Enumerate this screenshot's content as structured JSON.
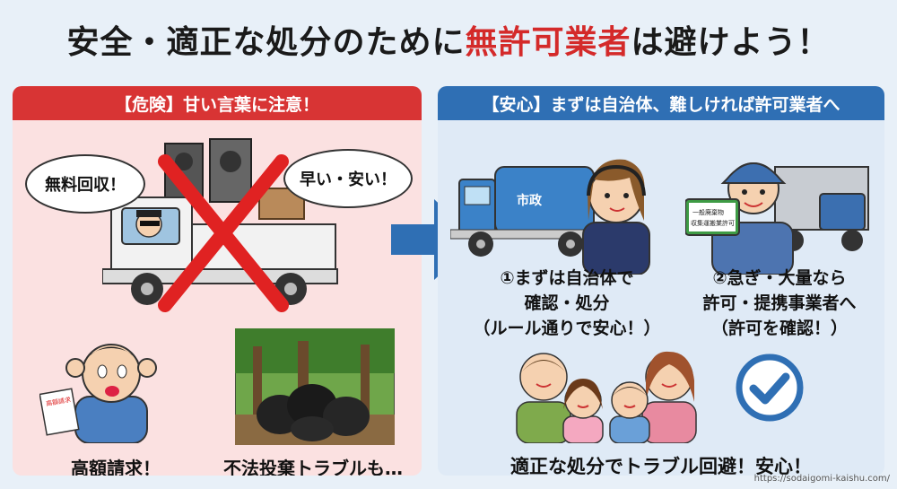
{
  "title": {
    "before": "安全・適正な処分のために",
    "highlight": "無許可業者",
    "after": "は避けよう！"
  },
  "left_panel": {
    "header": "【危険】甘い言葉に注意！",
    "bubble_left": "無料回収！",
    "bubble_right": "早い・安い！",
    "caption_left": "高額請求！",
    "caption_right": "不法投棄トラブルも…",
    "bill_label": "高額請求"
  },
  "right_panel": {
    "header": "【安心】まずは自治体、難しければ許可業者へ",
    "truck_label": "市政",
    "license_text_1": "一般廃棄物",
    "license_text_2": "収集運搬業許可",
    "step1_line1": "①まずは自治体で",
    "step1_line2": "確認・処分",
    "step1_line3": "（ルール通りで安心！）",
    "step2_line1": "②急ぎ・大量なら",
    "step2_line2": "許可・提携事業者へ",
    "step2_line3": "（許可を確認！）",
    "footer": "適正な処分でトラブル回避！安心！"
  },
  "watermark": "https://sodaigomi-kaishu.com/",
  "colors": {
    "danger": "#d83434",
    "safe": "#2f6fb4",
    "highlight": "#d42a2a"
  }
}
